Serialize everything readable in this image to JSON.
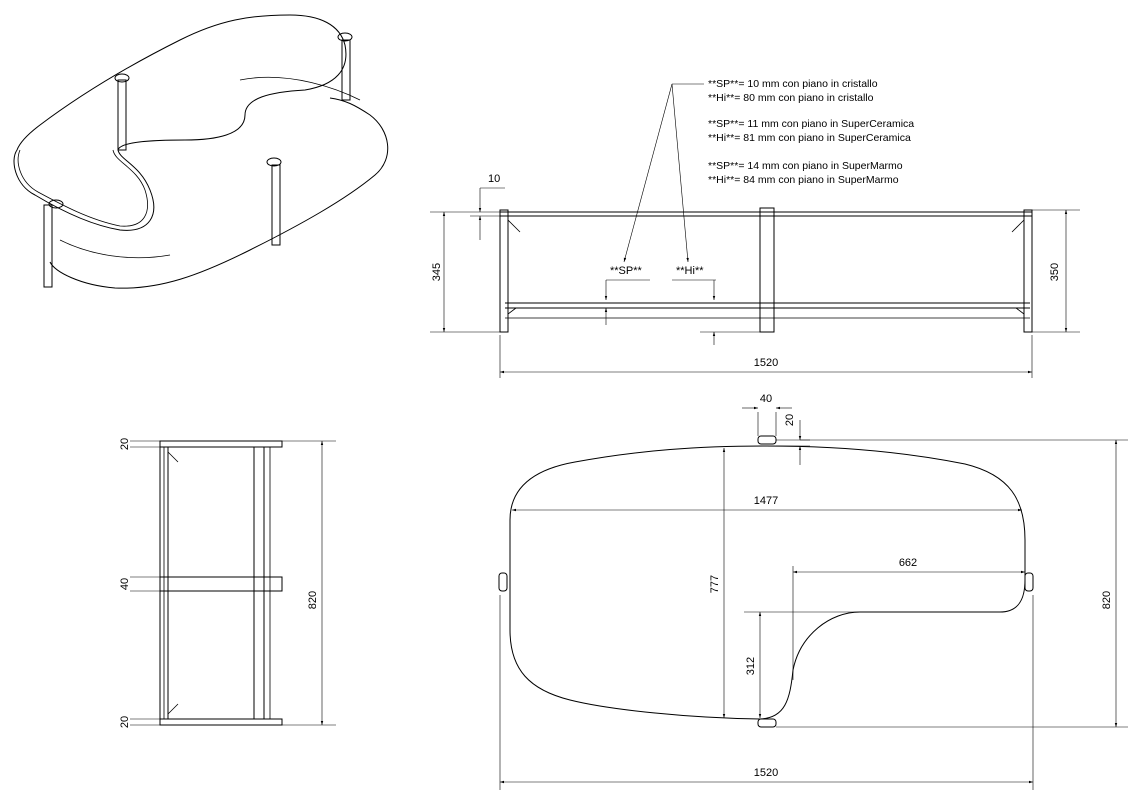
{
  "notes": {
    "crystal_sp": "**SP**= 10 mm con piano in cristallo",
    "crystal_hi": "**Hi**= 80 mm con piano in cristallo",
    "ceramic_sp": "**SP**= 11 mm con piano in SuperCeramica",
    "ceramic_hi": "**Hi**= 81 mm con piano in SuperCeramica",
    "marble_sp": "**SP**= 14 mm con piano in SuperMarmo",
    "marble_hi": "**Hi**= 84 mm con piano in SuperMarmo"
  },
  "front_view": {
    "sp_label": "**SP**",
    "hi_label": "**Hi**",
    "dim_top": "10",
    "dim_left": "345",
    "dim_right": "350",
    "dim_width": "1520"
  },
  "side_view": {
    "dim_top": "20",
    "dim_mid": "40",
    "dim_bottom": "20",
    "dim_depth": "820"
  },
  "plan_view": {
    "dim_leg_w": "40",
    "dim_leg_d": "20",
    "dim_inner_width": "1477",
    "dim_inner_depth": "777",
    "dim_cutout_len": "662",
    "dim_cutout_depth": "312",
    "dim_depth": "820",
    "dim_width": "1520"
  }
}
